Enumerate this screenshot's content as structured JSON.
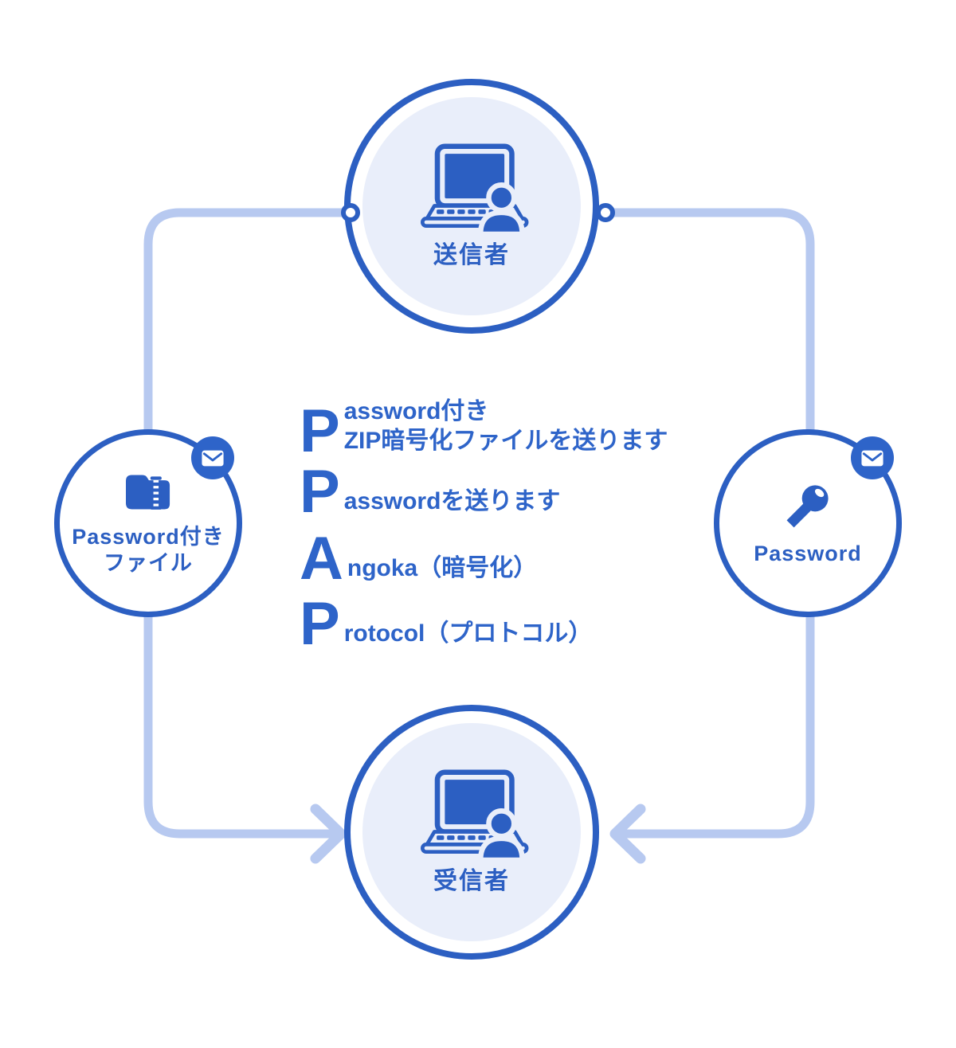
{
  "colors": {
    "primary_blue": "#2C5FC2",
    "text_blue": "#2E64C9",
    "node_fill_light": "#E9EEFA",
    "connector_light": "#B7C9F0",
    "badge_blue": "#2E64C9",
    "background": "#FFFFFF"
  },
  "nodes": {
    "sender": {
      "label": "送信者",
      "icon": "laptop-user-icon"
    },
    "receiver": {
      "label": "受信者",
      "icon": "laptop-user-icon"
    },
    "password_file": {
      "label_line1": "Password付き",
      "label_line2": "ファイル",
      "icon": "zip-folder-icon",
      "badge_icon": "mail-icon"
    },
    "password": {
      "label": "Password",
      "icon": "key-icon",
      "badge_icon": "mail-icon"
    }
  },
  "ppap": {
    "rows": [
      {
        "letter": "P",
        "lines": [
          "assword付き",
          "ZIP暗号化ファイルを送ります"
        ]
      },
      {
        "letter": "P",
        "lines": [
          "asswordを送ります"
        ]
      },
      {
        "letter": "A",
        "lines": [
          "ngoka（暗号化）"
        ]
      },
      {
        "letter": "P",
        "lines": [
          "rotocol（プロトコル）"
        ]
      }
    ]
  }
}
